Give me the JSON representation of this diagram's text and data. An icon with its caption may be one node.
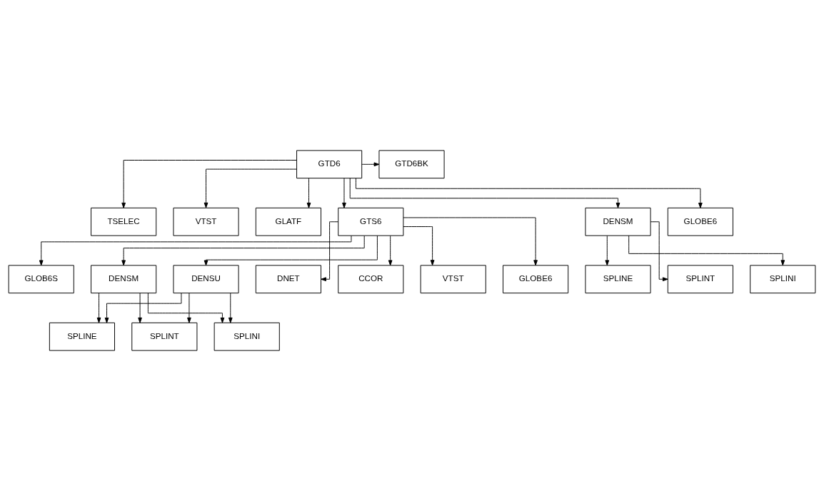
{
  "diagram": {
    "nodes": [
      {
        "text": [
          "GTD6"
        ]
      },
      {
        "text": [
          "GTD6BK"
        ]
      },
      {
        "text": [
          "TSELEC"
        ]
      },
      {
        "text": [
          "VTST"
        ]
      },
      {
        "text": [
          "GLATF"
        ]
      },
      {
        "text": [
          "GTS6"
        ]
      },
      {
        "text": [
          "DENSM"
        ]
      },
      {
        "text": [
          "GLOBE6"
        ]
      },
      {
        "text": [
          "SPLINE"
        ]
      },
      {
        "text": [
          "SPLINT"
        ]
      },
      {
        "text": [
          "SPLINI"
        ]
      },
      {
        "text": [
          "VTST"
        ]
      },
      {
        "text": [
          "GLOBE6"
        ]
      },
      {
        "text": [
          "GLOB6S"
        ]
      },
      {
        "text": [
          "DENSM"
        ]
      },
      {
        "text": [
          "DENSU"
        ]
      },
      {
        "text": [
          "DNET"
        ]
      },
      {
        "text": [
          "CCOR"
        ]
      },
      {
        "text": [
          "SPLINE"
        ]
      },
      {
        "text": [
          "SPLINT"
        ]
      },
      {
        "text": [
          "SPLINI"
        ]
      }
    ],
    "edges": [
      {
        "from": 0,
        "to": 1,
        "arrow": "to"
      },
      {
        "from": 0,
        "to": 2,
        "arrow": "to"
      },
      {
        "from": 0,
        "to": 3,
        "arrow": "to"
      },
      {
        "from": 0,
        "to": 4,
        "arrow": "to"
      },
      {
        "from": 0,
        "to": 5,
        "arrow": "to"
      },
      {
        "from": 0,
        "to": 6,
        "arrow": "to"
      },
      {
        "from": 0,
        "to": 7,
        "arrow": "to"
      },
      {
        "from": 6,
        "to": 8,
        "arrow": "to"
      },
      {
        "from": 6,
        "to": 9,
        "arrow": "to"
      },
      {
        "from": 6,
        "to": 10,
        "arrow": "to"
      },
      {
        "from": 5,
        "to": 11,
        "arrow": "to"
      },
      {
        "from": 5,
        "to": 12,
        "arrow": "to"
      },
      {
        "from": 5,
        "to": 13,
        "arrow": "to"
      },
      {
        "from": 5,
        "to": 14,
        "arrow": "to"
      },
      {
        "from": 5,
        "to": 15,
        "arrow": "to"
      },
      {
        "from": 5,
        "to": 16,
        "arrow": "to"
      },
      {
        "from": 5,
        "to": 17,
        "arrow": "to"
      },
      {
        "from": 14,
        "to": 18,
        "arrow": "to"
      },
      {
        "from": 14,
        "to": 19,
        "arrow": "to"
      },
      {
        "from": 14,
        "to": 20,
        "arrow": "to"
      },
      {
        "from": 15,
        "to": 18,
        "arrow": "to"
      },
      {
        "from": 15,
        "to": 19,
        "arrow": "to"
      },
      {
        "from": 15,
        "to": 20,
        "arrow": "to"
      }
    ]
  }
}
